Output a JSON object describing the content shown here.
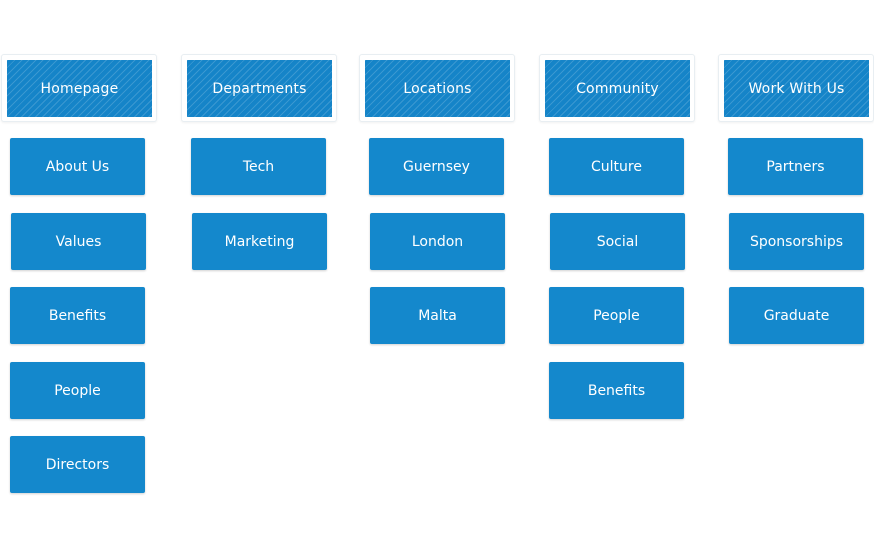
{
  "sections": [
    {
      "title": "Homepage",
      "pages": [
        "About Us",
        "Values",
        "Benefits",
        "People",
        "Directors"
      ]
    },
    {
      "title": "Departments",
      "pages": [
        "Tech",
        "Marketing"
      ]
    },
    {
      "title": "Locations",
      "pages": [
        "Guernsey",
        "London",
        "Malta"
      ]
    },
    {
      "title": "Community",
      "pages": [
        "Culture",
        "Social",
        "People",
        "Benefits"
      ]
    },
    {
      "title": "Work With Us",
      "pages": [
        "Partners",
        "Sponsorships",
        "Graduate"
      ]
    }
  ],
  "colors": {
    "node": "#1488cc",
    "header": "#1584c8",
    "text": "#ffffff"
  }
}
